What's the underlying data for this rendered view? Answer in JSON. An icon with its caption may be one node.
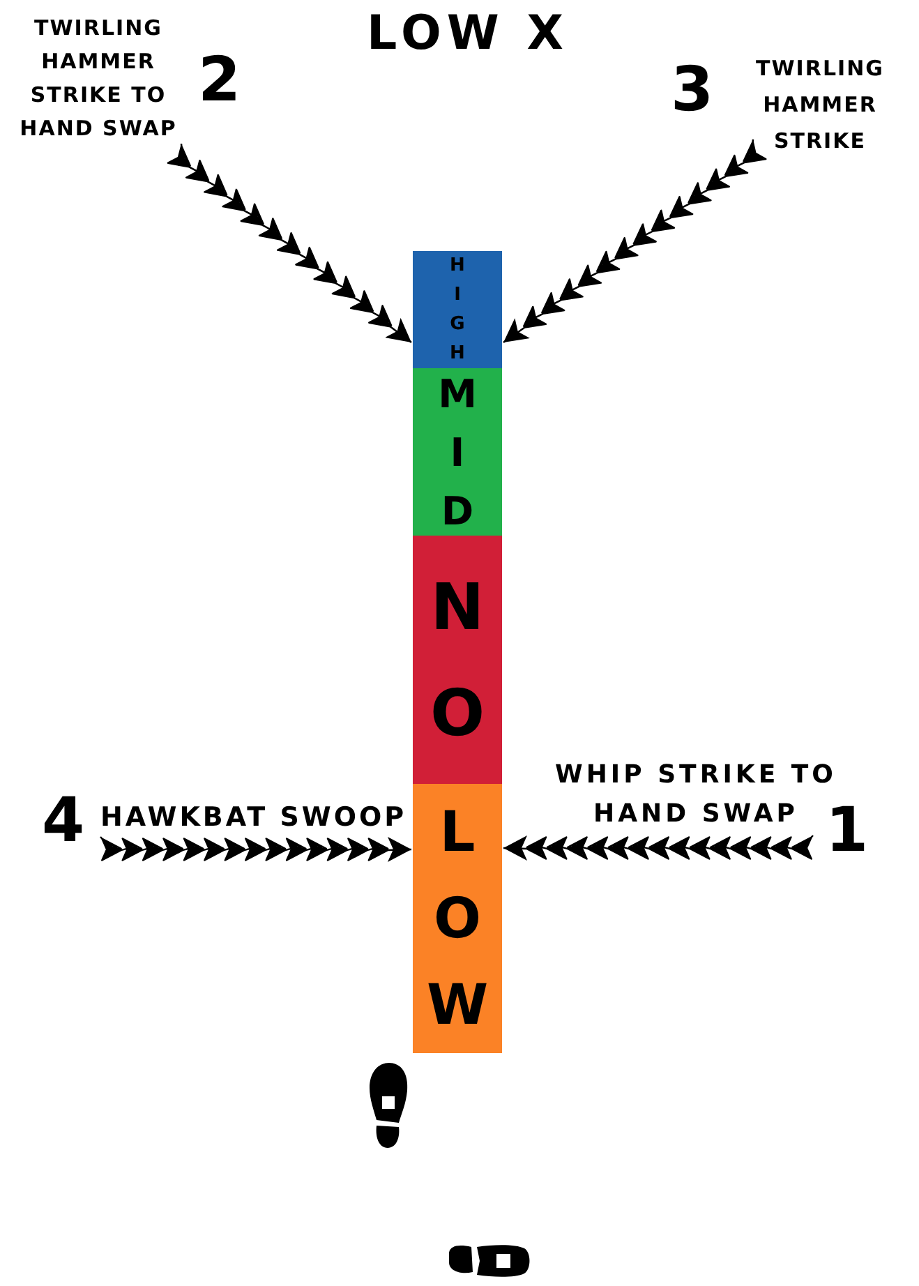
{
  "diagram": {
    "title": "LOW X",
    "nodes": [
      {
        "text": [
          "TWIRLING HAMMER STRIKE TO HAND SWAP"
        ],
        "beside": [
          "2"
        ]
      },
      {
        "text": [
          "TWIRLING HAMMER STRIKE"
        ],
        "beside": [
          "3"
        ]
      },
      {
        "text": [
          "HIGH"
        ]
      },
      {
        "text": [
          "MID"
        ]
      },
      {
        "text": [
          "NO"
        ]
      },
      {
        "text": [
          "LOW"
        ]
      },
      {
        "text": [
          "HAWKBAT SWOOP"
        ],
        "beside": [
          "4"
        ]
      },
      {
        "text": [
          "WHIP STRIKE TO HAND SWAP"
        ],
        "beside": [
          "1"
        ]
      }
    ],
    "edges": [
      {
        "from": 0,
        "to": 2,
        "arrow": "to"
      },
      {
        "from": 1,
        "to": 2,
        "arrow": "to"
      },
      {
        "from": 6,
        "to": 5,
        "arrow": "to"
      },
      {
        "from": 7,
        "to": 5,
        "arrow": "to"
      }
    ]
  }
}
